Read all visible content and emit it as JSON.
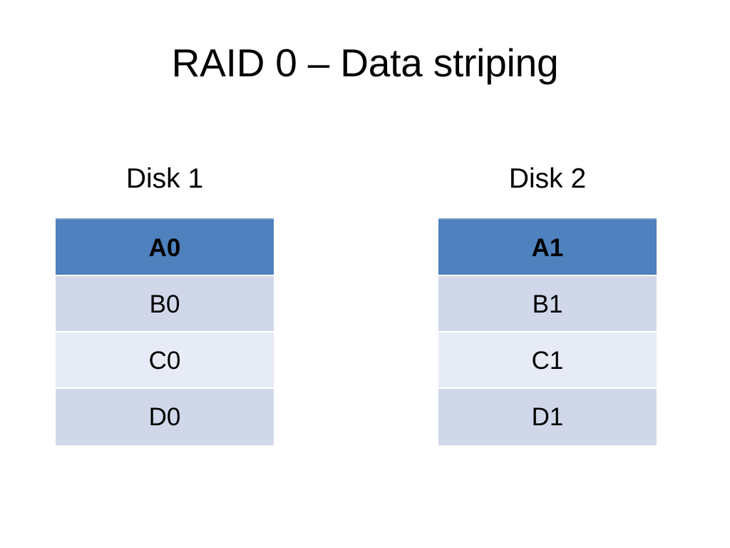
{
  "slide": {
    "title": "RAID 0 – Data striping",
    "background_color": "#FFFFFF"
  },
  "theme": {
    "header_fill": "#4E81BD",
    "header_top_border": "#6E9BCD",
    "band_dark": "#D0D7E9",
    "band_light": "#E7EBF5",
    "header_text_color": "#FFFFFF",
    "body_text_color": "#000000"
  },
  "disks": [
    {
      "label": "Disk 1",
      "rows": [
        {
          "value": "A0",
          "style": "header"
        },
        {
          "value": "B0",
          "style": "band-dark"
        },
        {
          "value": "C0",
          "style": "band-light"
        },
        {
          "value": "D0",
          "style": "band-dark"
        }
      ]
    },
    {
      "label": "Disk 2",
      "rows": [
        {
          "value": "A1",
          "style": "header"
        },
        {
          "value": "B1",
          "style": "band-dark"
        },
        {
          "value": "C1",
          "style": "band-light"
        },
        {
          "value": "D1",
          "style": "band-dark"
        }
      ]
    }
  ]
}
